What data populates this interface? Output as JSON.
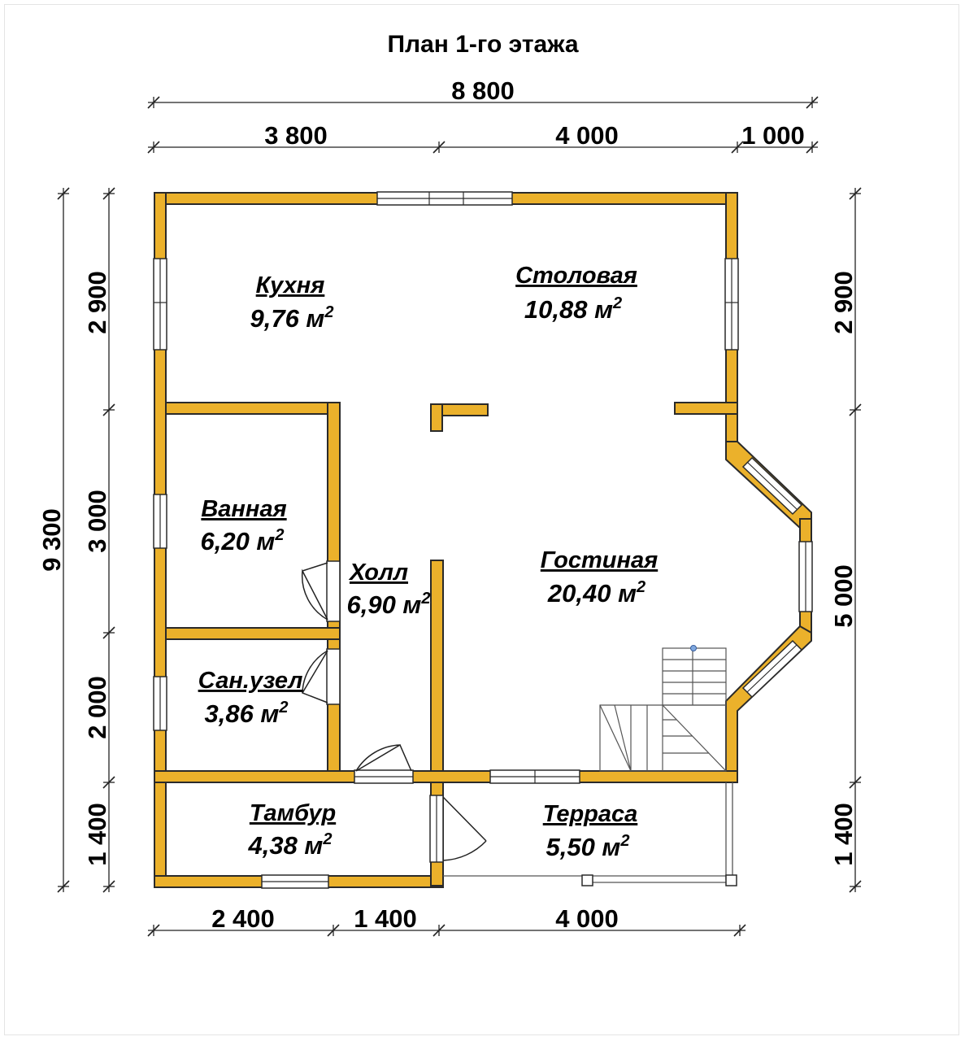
{
  "plan": {
    "title": "План 1-го этажа"
  },
  "dimensions": {
    "total_width": "8 800",
    "top_segments": [
      "3 800",
      "4 000",
      "1 000"
    ],
    "bottom_segments": [
      "2 400",
      "1 400",
      "4 000"
    ],
    "total_height": "9 300",
    "left_segments": [
      "2 900",
      "3 000",
      "2 000",
      "1 400"
    ],
    "right_segments": [
      "2 900",
      "5 000",
      "1 400"
    ]
  },
  "rooms": [
    {
      "id": "kitchen",
      "name": "Кухня",
      "area": "9,76 м"
    },
    {
      "id": "dining",
      "name": "Столовая",
      "area": "10,88 м"
    },
    {
      "id": "bathroom",
      "name": "Ванная",
      "area": "6,20 м"
    },
    {
      "id": "hall",
      "name": "Холл",
      "area": "6,90 м"
    },
    {
      "id": "living",
      "name": "Гостиная",
      "area": "20,40 м"
    },
    {
      "id": "wc",
      "name": "Сан.узел",
      "area": "3,86 м"
    },
    {
      "id": "vestibule",
      "name": "Тамбур",
      "area": "4,38 м"
    },
    {
      "id": "terrace",
      "name": "Терраса",
      "area": "5,50 м"
    }
  ],
  "area_unit_power": "2",
  "colors": {
    "wall": "#ebb12b",
    "outline": "#2a2a2a",
    "background": "#ffffff"
  }
}
